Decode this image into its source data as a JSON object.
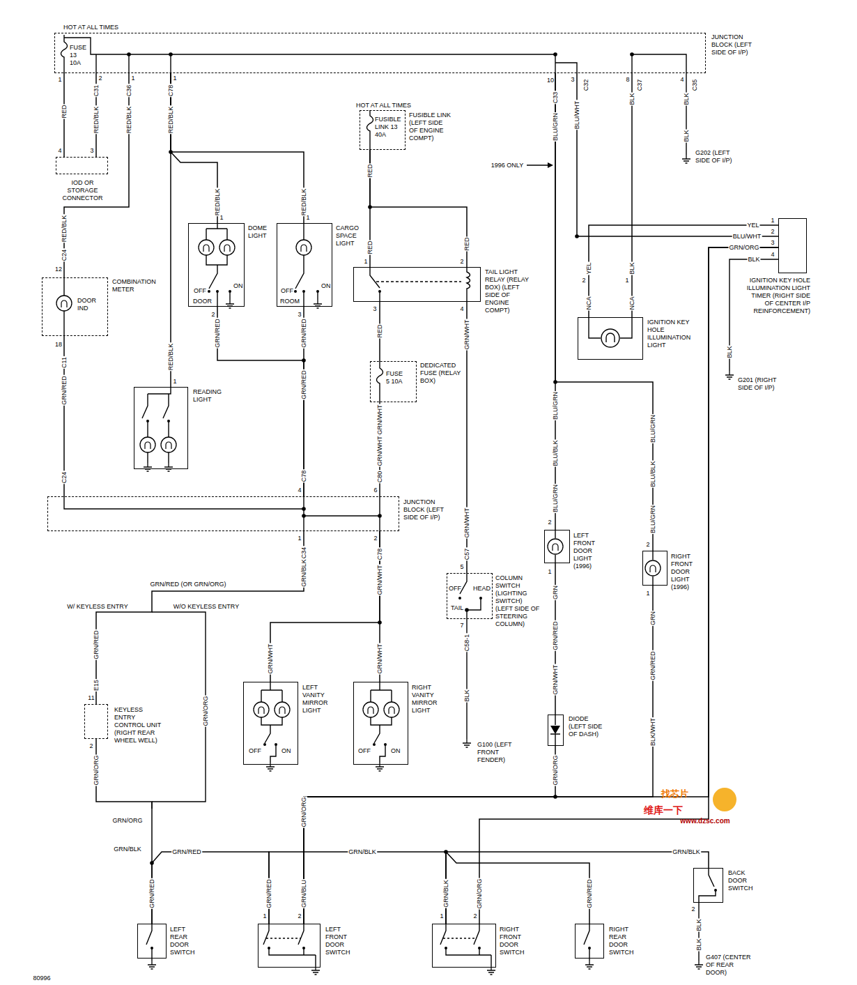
{
  "diagram": {
    "nodes": [
      {
        "text": [
          "HOT AT ALL TIMES",
          "FUSE 13 10A",
          "JUNCTION BLOCK (LEFT SIDE OF I/P)"
        ]
      },
      {
        "text": [
          "IOD OR STORAGE CONNECTOR"
        ]
      },
      {
        "text": [
          "DOOR IND",
          "COMBINATION METER"
        ]
      },
      {
        "text": [
          "DOME LIGHT",
          "OFF",
          "DOOR",
          "ON"
        ]
      },
      {
        "text": [
          "CARGO SPACE LIGHT",
          "OFF",
          "ROOM",
          "ON"
        ]
      },
      {
        "text": [
          "READING LIGHT"
        ]
      },
      {
        "text": [
          "HOT AT ALL TIMES",
          "FUSIBLE LINK 13 40A",
          "FUSIBLE LINK (LEFT SIDE OF ENGINE COMPT)"
        ]
      },
      {
        "text": [
          "TAIL LIGHT RELAY (RELAY BOX) (LEFT SIDE OF ENGINE COMPT)"
        ]
      },
      {
        "text": [
          "FUSE 5 10A",
          "DEDICATED FUSE (RELAY BOX)"
        ]
      },
      {
        "text": [
          "JUNCTION BLOCK (LEFT SIDE OF I/P)"
        ]
      },
      {
        "text": [
          "OFF",
          "HEAD",
          "TAIL",
          "COLUMN SWITCH (LIGHTING SWITCH) (LEFT SIDE OF STEERING COLUMN)"
        ]
      },
      {
        "text": [
          "LEFT VANITY MIRROR LIGHT",
          "OFF",
          "ON"
        ]
      },
      {
        "text": [
          "RIGHT VANITY MIRROR LIGHT",
          "OFF",
          "ON"
        ]
      },
      {
        "text": [
          "KEYLESS ENTRY CONTROL UNIT (RIGHT REAR WHEEL WELL)"
        ]
      },
      {
        "text": [
          "LEFT FRONT DOOR LIGHT (1996)"
        ]
      },
      {
        "text": [
          "RIGHT FRONT DOOR LIGHT (1996)"
        ]
      },
      {
        "text": [
          "DIODE (LEFT SIDE OF DASH)"
        ]
      },
      {
        "text": [
          "IGNITION KEY HOLE ILLUMINATION LIGHT"
        ]
      },
      {
        "text": [
          "IGNITION KEY HOLE ILLUMINATION LIGHT TIMER (RIGHT SIDE OF CENTER I/P REINFORCEMENT)"
        ]
      },
      {
        "text": [
          "LEFT REAR DOOR SWITCH"
        ]
      },
      {
        "text": [
          "LEFT FRONT DOOR SWITCH"
        ]
      },
      {
        "text": [
          "RIGHT FRONT DOOR SWITCH"
        ]
      },
      {
        "text": [
          "RIGHT REAR DOOR SWITCH"
        ]
      },
      {
        "text": [
          "BACK DOOR SWITCH"
        ]
      }
    ],
    "edges": [
      {
        "from": 0,
        "to": 1,
        "arrow": "none",
        "label": "RED"
      },
      {
        "from": 0,
        "to": 1,
        "arrow": "none",
        "label": "RED/BLK"
      },
      {
        "from": 0,
        "to": 2,
        "arrow": "none",
        "label": "RED/BLK"
      },
      {
        "from": 0,
        "to": 5,
        "arrow": "none",
        "label": "RED/BLK"
      },
      {
        "from": 0,
        "to": 3,
        "arrow": "none",
        "label": "RED/BLK"
      },
      {
        "from": 0,
        "to": 4,
        "arrow": "none",
        "label": "RED/BLK"
      },
      {
        "from": 2,
        "to": 9,
        "arrow": "none",
        "label": "GRN/RED"
      },
      {
        "from": 3,
        "to": 9,
        "arrow": "none",
        "label": "GRN/RED"
      },
      {
        "from": 4,
        "to": 9,
        "arrow": "none",
        "label": "GRN/RED"
      },
      {
        "from": 6,
        "to": 7,
        "arrow": "none",
        "label": "RED"
      },
      {
        "from": 6,
        "to": 7,
        "arrow": "none",
        "label": "RED"
      },
      {
        "from": 7,
        "to": 8,
        "arrow": "none",
        "label": "RED"
      },
      {
        "from": 8,
        "to": 9,
        "arrow": "none",
        "label": "GRN/WHT"
      },
      {
        "from": 7,
        "to": 10,
        "arrow": "none",
        "label": "GRN/WHT"
      },
      {
        "from": 9,
        "to": 12,
        "arrow": "none",
        "label": "GRN/WHT"
      },
      {
        "from": 9,
        "to": 11,
        "arrow": "none",
        "label": "GRN/WHT"
      },
      {
        "from": 0,
        "to": 14,
        "arrow": "none",
        "label": "BLU/GRN"
      },
      {
        "from": 0,
        "to": 15,
        "arrow": "none",
        "label": "BLU/GRN"
      },
      {
        "from": 0,
        "to": 18,
        "arrow": "none",
        "label": "BLU/WHT"
      },
      {
        "from": 18,
        "to": 17,
        "arrow": "none",
        "label": "YEL"
      },
      {
        "from": 0,
        "to": 17,
        "arrow": "none",
        "label": "BLK"
      },
      {
        "from": 14,
        "to": 16,
        "arrow": "none",
        "label": "GRN"
      },
      {
        "from": 15,
        "to": 20,
        "arrow": "none",
        "label": "GRN"
      },
      {
        "from": 16,
        "to": 20,
        "arrow": "none",
        "label": "GRN/ORG"
      },
      {
        "from": 18,
        "to": 20,
        "arrow": "none",
        "label": "GRN/ORG"
      },
      {
        "from": 18,
        "to": 21,
        "arrow": "none",
        "label": "GRN/ORG"
      },
      {
        "from": 9,
        "to": 13,
        "arrow": "none",
        "label": "GRN/BLK"
      },
      {
        "from": 13,
        "to": 19,
        "arrow": "none",
        "label": "GRN/ORG"
      },
      {
        "from": 19,
        "to": 20,
        "arrow": "none",
        "label": "GRN/RED"
      },
      {
        "from": 20,
        "to": 21,
        "arrow": "none",
        "label": "GRN/BLK"
      },
      {
        "from": 21,
        "to": 22,
        "arrow": "none",
        "label": "GRN/RED"
      },
      {
        "from": 21,
        "to": 23,
        "arrow": "none",
        "label": "GRN/BLK"
      }
    ],
    "labels": [
      "1",
      "2",
      "C31",
      "1",
      "C36",
      "1",
      "C78",
      "4",
      "3",
      "RED/BLK",
      "C24",
      "12",
      "18",
      "C11",
      "C24",
      "RED/BLK",
      "1",
      "1",
      "2",
      "1",
      "3",
      "GRN/RED",
      "C78",
      "4",
      "1",
      "C34",
      "RED",
      "1",
      "2",
      "3",
      "4",
      "GRN/WHT",
      "C80",
      "6",
      "2",
      "C78",
      "GRN/WHT",
      "C57",
      "5",
      "7",
      "C58-1",
      "BLK",
      "G100 (LEFT FRONT FENDER)",
      "GRN/WHT",
      "10",
      "C33",
      "3",
      "C32",
      "8",
      "C37",
      "4",
      "C35",
      "BLK",
      "BLK",
      "G202 (LEFT SIDE OF I/P)",
      "1996 ONLY",
      "BLU/GRN",
      "BLU/BLK",
      "BLU/GRN",
      "2",
      "1",
      "GRN/RED",
      "GRN/WHT",
      "BLU/BLK",
      "BLU/GRN",
      "2",
      "1",
      "GRN/RED",
      "BLK/WHT",
      "YEL",
      "1",
      "BLU/WHT",
      "2",
      "3",
      "BLK",
      "4",
      "2",
      "BLK",
      "1",
      "NCA",
      "NCA",
      "BLK",
      "G201 (RIGHT SIDE OF I/P)",
      "GRN/RED (OR GRN/ORG)",
      "W/ KEYLESS ENTRY",
      "W/O KEYLESS ENTRY",
      "GRN/RED",
      "E15",
      "11",
      "2",
      "GRN/ORG",
      "GRN/ORG",
      "GRN/BLK",
      "GRN/ORG",
      "GRN/RED",
      "GRN/RED",
      "GRN/BLU",
      "1",
      "2",
      "GRN/BLK",
      "1",
      "2",
      "2",
      "BLK",
      "BLK",
      "G407 (CENTER OF REAR DOOR)",
      "80996",
      "找芯片",
      "维库一下",
      "www.dzsc.com"
    ]
  }
}
